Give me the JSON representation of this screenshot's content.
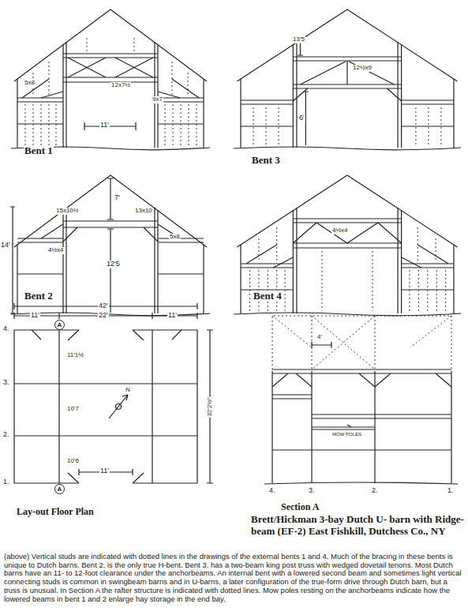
{
  "diagram": {
    "title": "Brett/Hickman 3-bay Dutch U- barn with Ridge-beam (EF-2) East Fishkill, Dutchess Co., NY",
    "caption": "(above) Vertical studs are indicated with dotted lines in the drawings of the external bents 1 and 4. Much of the bracing in these bents is unique to Dutch barns. Bent 2. is the only true H-bent. Bent 3. has a two-beam king post truss with wedged dovetail tenons. Most Dutch barns have an 11- to 12-foot clearance under the anchorbeams. An internal bent with a lowered second beam and sometimes light vertical connecting studs is common in swingbeam barns and in U-barns, a later configuration of the true-form drive through Dutch barn, but a truss is unusual. In Section A the rafter structure is indicated with dotted lines. Mow poles resting on the anchorbeams indicate how the lowered beams in bent 1 and 2 enlarge hay storage in the end bay.",
    "nodes": [
      {
        "text": [
          "A"
        ]
      },
      {
        "text": [
          "A"
        ]
      }
    ],
    "labels": [
      "5x8",
      "12x7½",
      "9x7",
      "11'",
      "Bent 1",
      "13'5",
      "12½x9",
      "6'",
      "Bent 3",
      "14'",
      "7'",
      "15x10½",
      "13x10",
      "4½x4",
      "5x8",
      "12'5",
      "Bent 2",
      "4½x4",
      "Bent 4",
      "42'",
      "11'",
      "22'",
      "11'",
      "4.",
      "3.",
      "2.",
      "1.",
      "11'1½",
      "10'7",
      "10'6",
      "32'2½\"",
      "N",
      "11'",
      "Lay-out Floor Plan",
      "4'",
      "MOW POLES",
      "4.",
      "3.",
      "2.",
      "1.",
      "Section A"
    ]
  }
}
